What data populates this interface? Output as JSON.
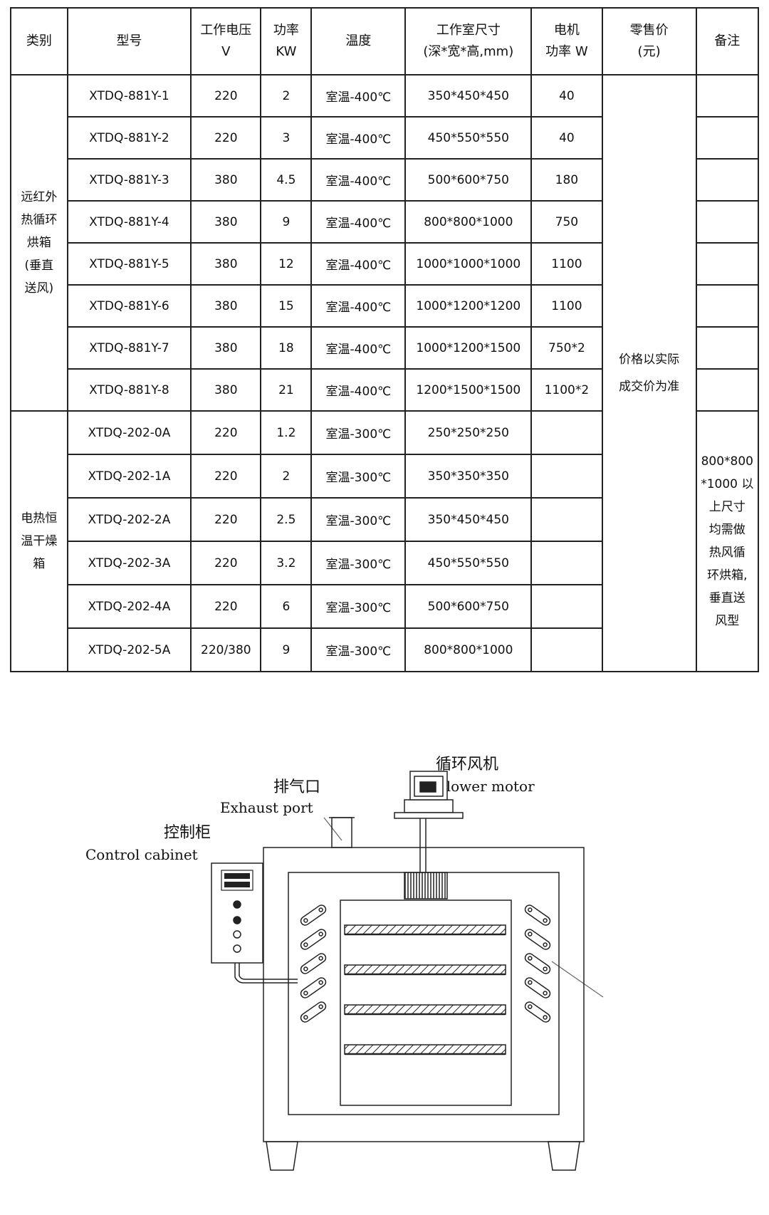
{
  "table": {
    "headers": {
      "category": "类别",
      "model": "型号",
      "voltage": [
        "工作电压",
        "V"
      ],
      "power": [
        "功率",
        "KW"
      ],
      "temperature": "温度",
      "chamber": [
        "工作室尺寸",
        "(深*宽*高,mm)"
      ],
      "motor": [
        "电机",
        "功率 W"
      ],
      "price": [
        "零售价",
        "(元)"
      ],
      "remark": "备注"
    },
    "groups": [
      {
        "category": [
          "远红外",
          "热循环",
          "烘箱",
          "(垂直",
          "送风)"
        ],
        "rows": [
          {
            "model": "XTDQ-881Y-1",
            "voltage": "220",
            "power": "2",
            "temp": "室温-400℃",
            "size": "350*450*450",
            "motor": "40"
          },
          {
            "model": "XTDQ-881Y-2",
            "voltage": "220",
            "power": "3",
            "temp": "室温-400℃",
            "size": "450*550*550",
            "motor": "40"
          },
          {
            "model": "XTDQ-881Y-3",
            "voltage": "380",
            "power": "4.5",
            "temp": "室温-400℃",
            "size": "500*600*750",
            "motor": "180"
          },
          {
            "model": "XTDQ-881Y-4",
            "voltage": "380",
            "power": "9",
            "temp": "室温-400℃",
            "size": "800*800*1000",
            "motor": "750"
          },
          {
            "model": "XTDQ-881Y-5",
            "voltage": "380",
            "power": "12",
            "temp": "室温-400℃",
            "size": "1000*1000*1000",
            "motor": "1100"
          },
          {
            "model": "XTDQ-881Y-6",
            "voltage": "380",
            "power": "15",
            "temp": "室温-400℃",
            "size": "1000*1200*1200",
            "motor": "1100"
          },
          {
            "model": "XTDQ-881Y-7",
            "voltage": "380",
            "power": "18",
            "temp": "室温-400℃",
            "size": "1000*1200*1500",
            "motor": "750*2"
          },
          {
            "model": "XTDQ-881Y-8",
            "voltage": "380",
            "power": "21",
            "temp": "室温-400℃",
            "size": "1200*1500*1500",
            "motor": "1100*2"
          }
        ]
      },
      {
        "category": [
          "电热恒",
          "温干燥",
          "箱"
        ],
        "rows": [
          {
            "model": "XTDQ-202-0A",
            "voltage": "220",
            "power": "1.2",
            "temp": "室温-300℃",
            "size": "250*250*250",
            "motor": ""
          },
          {
            "model": "XTDQ-202-1A",
            "voltage": "220",
            "power": "2",
            "temp": "室温-300℃",
            "size": "350*350*350",
            "motor": ""
          },
          {
            "model": "XTDQ-202-2A",
            "voltage": "220",
            "power": "2.5",
            "temp": "室温-300℃",
            "size": "350*450*450",
            "motor": ""
          },
          {
            "model": "XTDQ-202-3A",
            "voltage": "220",
            "power": "3.2",
            "temp": "室温-300℃",
            "size": "450*550*550",
            "motor": ""
          },
          {
            "model": "XTDQ-202-4A",
            "voltage": "220",
            "power": "6",
            "temp": "室温-300℃",
            "size": "500*600*750",
            "motor": ""
          },
          {
            "model": "XTDQ-202-5A",
            "voltage": "220/380",
            "power": "9",
            "temp": "室温-300℃",
            "size": "800*800*1000",
            "motor": ""
          }
        ]
      }
    ],
    "price_note": [
      "价格以实际",
      "成交价为准"
    ],
    "remark_note": [
      "800*800",
      "*1000 以",
      "上尺寸",
      "均需做",
      "热风循",
      "环烘箱,",
      "垂直送",
      "风型"
    ]
  },
  "diagram": {
    "blower": {
      "zh": "循环风机",
      "en": "Blower motor"
    },
    "exhaust": {
      "zh": "排气口",
      "en": "Exhaust port"
    },
    "cabinet": {
      "zh": "控制柜",
      "en": "Control cabinet"
    }
  },
  "colors": {
    "line": "#222222",
    "grey": "#666666"
  }
}
